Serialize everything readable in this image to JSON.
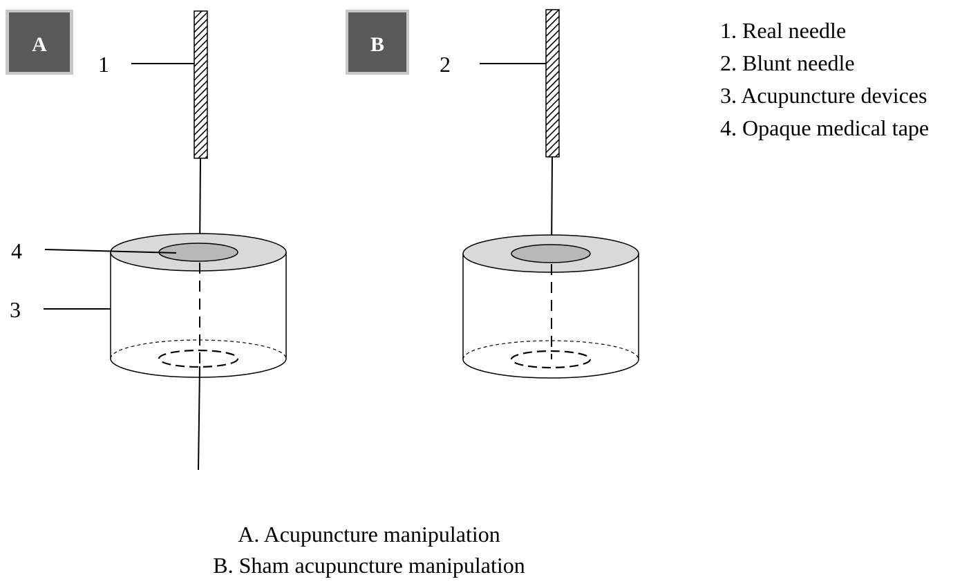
{
  "panels": [
    {
      "label": "A",
      "needle_callout": "1",
      "tape_callout": "4",
      "device_callout": "3"
    },
    {
      "label": "B",
      "needle_callout": "2"
    }
  ],
  "legend": [
    "1. Real needle",
    "2. Blunt needle",
    "3. Acupuncture devices",
    "4. Opaque medical tape"
  ],
  "captions": [
    "A. Acupuncture manipulation",
    "B. Sham acupuncture manipulation"
  ],
  "colors": {
    "panel_label_bg": "#5a5a5a",
    "panel_label_border": "#c8c8c8",
    "tape": "#d9d9d9",
    "tape_center": "#b8b8b8"
  }
}
